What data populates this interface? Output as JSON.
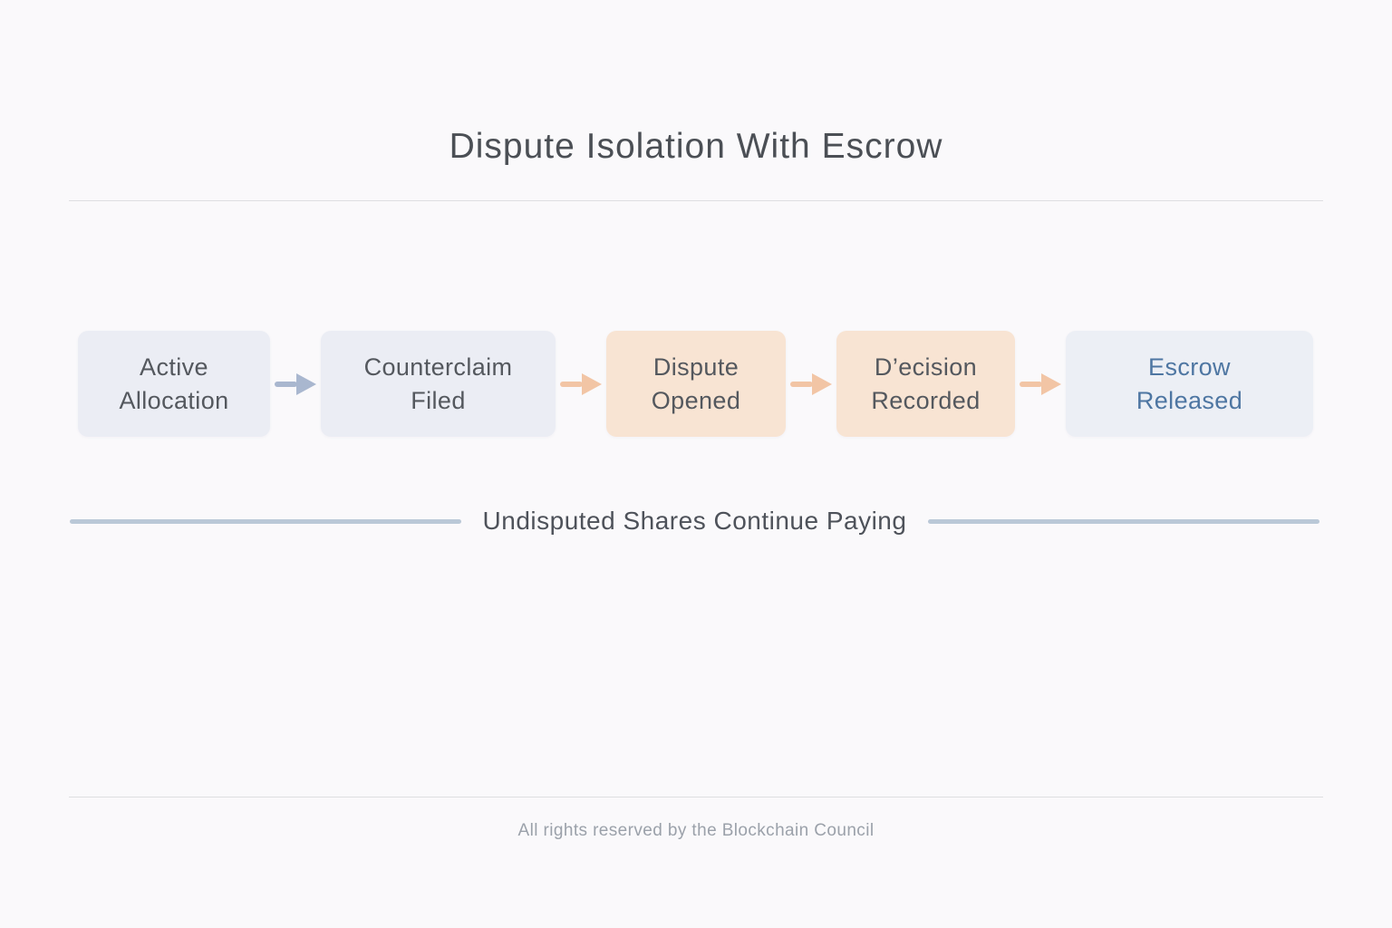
{
  "title": "Dispute Isolation With Escrow",
  "flow": {
    "steps": [
      {
        "line1": "Active",
        "line2": "Allocation",
        "variant": "neutral"
      },
      {
        "line1": "Counterclaim",
        "line2": "Filed",
        "variant": "neutral"
      },
      {
        "line1": "Dispute",
        "line2": "Opened",
        "variant": "dispute"
      },
      {
        "line1": "D’ecision",
        "line2": "Recorded",
        "variant": "dispute"
      },
      {
        "line1": "Escrow",
        "line2": "Released",
        "variant": "escrow"
      }
    ],
    "arrows": [
      {
        "name": "arrow-1",
        "color": "#a9b7cf"
      },
      {
        "name": "arrow-2",
        "color": "#f2c5a5"
      },
      {
        "name": "arrow-3",
        "color": "#f2c5a5"
      },
      {
        "name": "arrow-4",
        "color": "#f2c5a5"
      }
    ]
  },
  "divider": {
    "label": "Undisputed Shares Continue Paying",
    "line_color": "#bac8d7"
  },
  "footer": {
    "text": "All rights reserved by the Blockchain Council"
  },
  "colors": {
    "background": "#faf9fb",
    "box_neutral": "#ebedf4",
    "box_dispute": "#f8e4d3",
    "text_dark": "#54585e",
    "text_escrow_blue": "#4e76a2",
    "rule_gray": "#dedee1"
  }
}
